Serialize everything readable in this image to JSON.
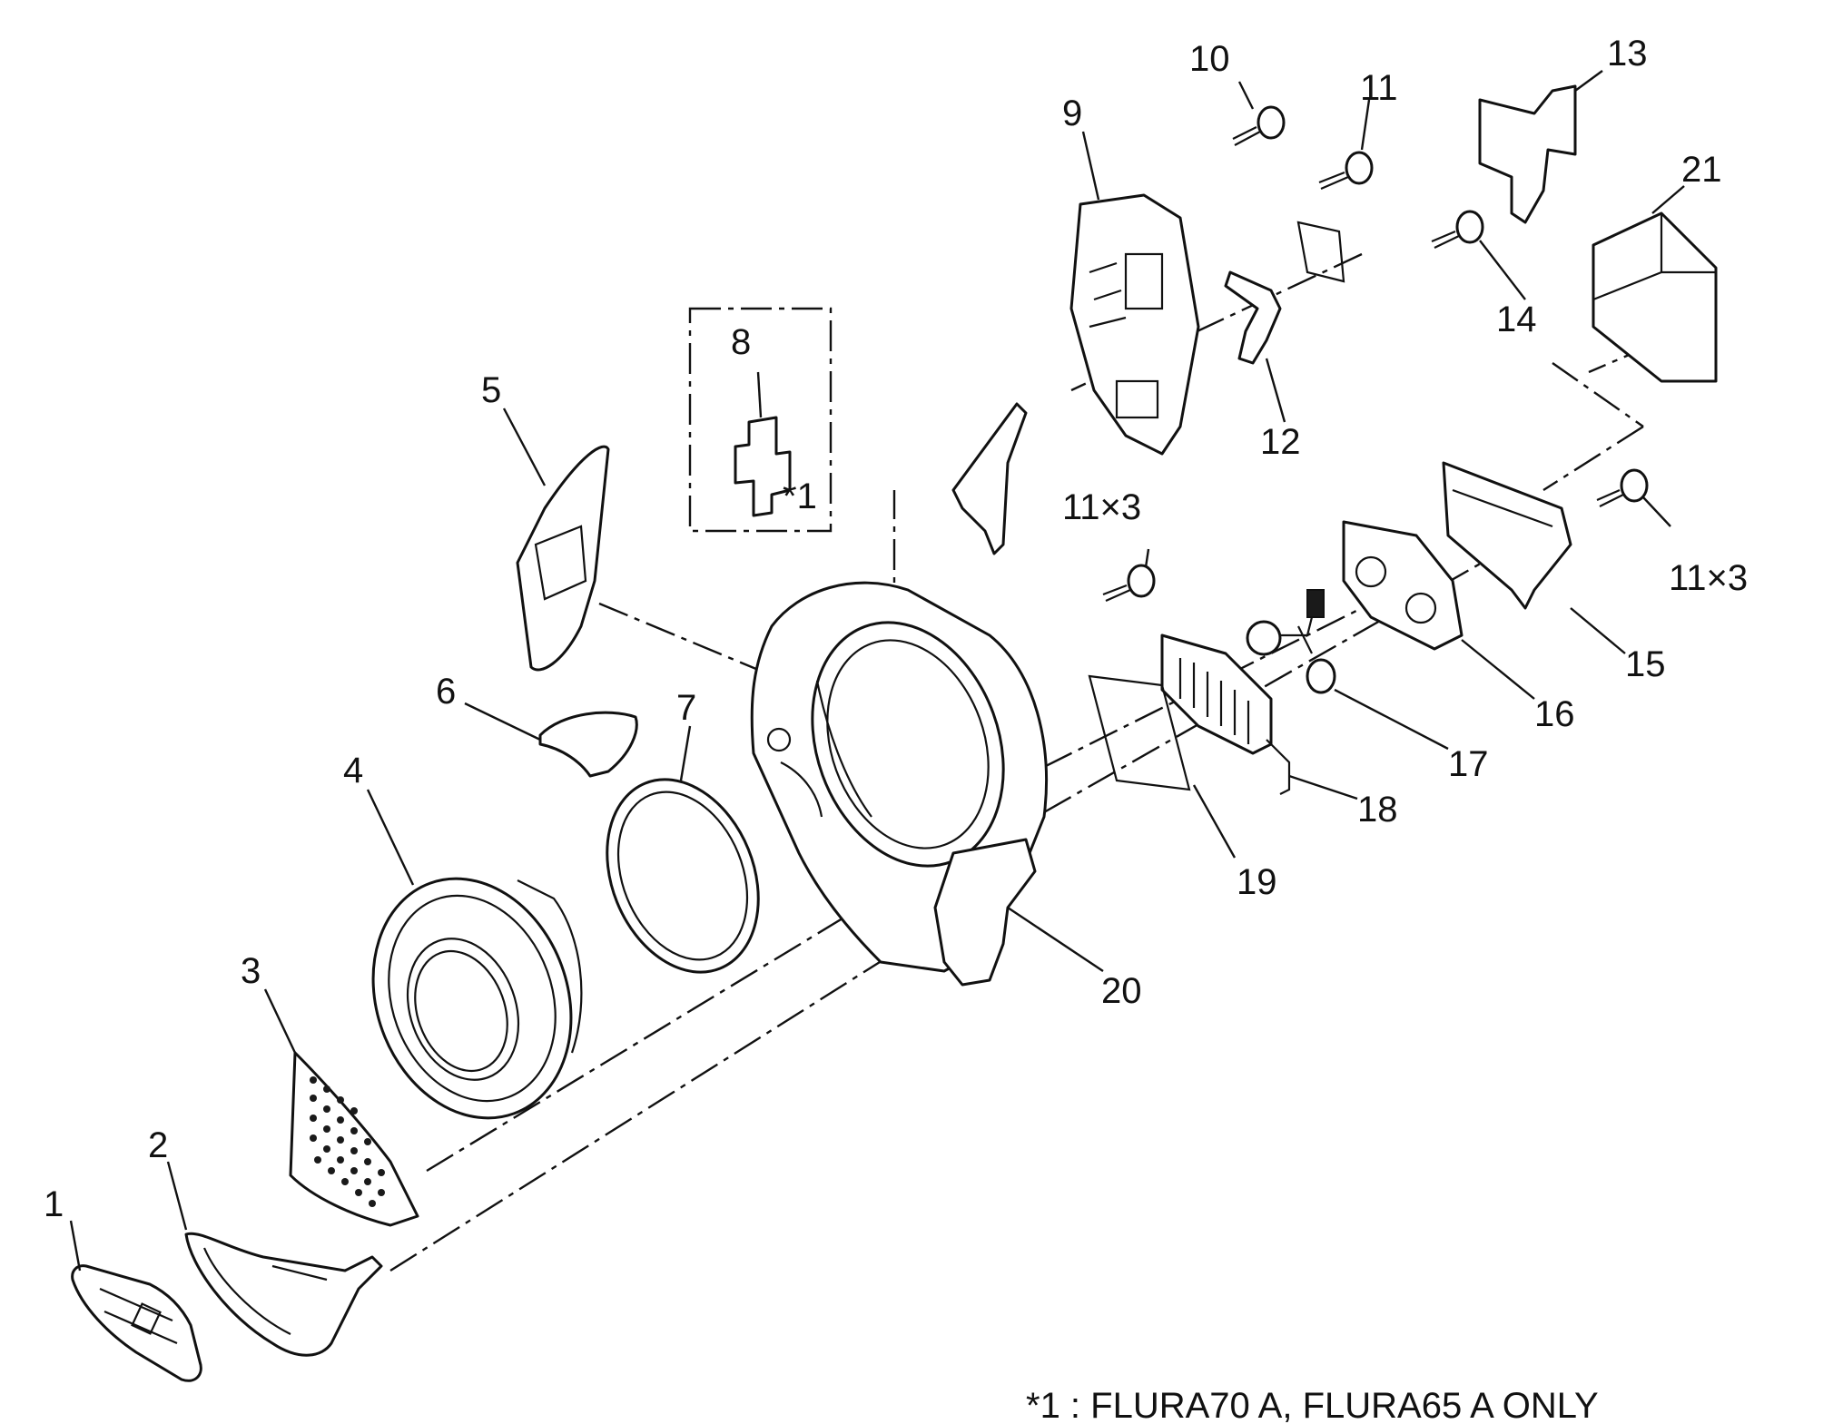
{
  "callouts": {
    "c1": "1",
    "c2": "2",
    "c3": "3",
    "c4": "4",
    "c5": "5",
    "c6": "6",
    "c7": "7",
    "c8": "8",
    "c8_note": "*1",
    "c9": "9",
    "c10": "10",
    "c11_top": "11",
    "c11x3_mid": "11×3",
    "c11x3_right": "11×3",
    "c12": "12",
    "c13": "13",
    "c14": "14",
    "c15": "15",
    "c16": "16",
    "c17": "17",
    "c18": "18",
    "c19": "19",
    "c20": "20",
    "c21": "21"
  },
  "footnote": "*1 : FLURA70 A, FLURA65 A ONLY"
}
